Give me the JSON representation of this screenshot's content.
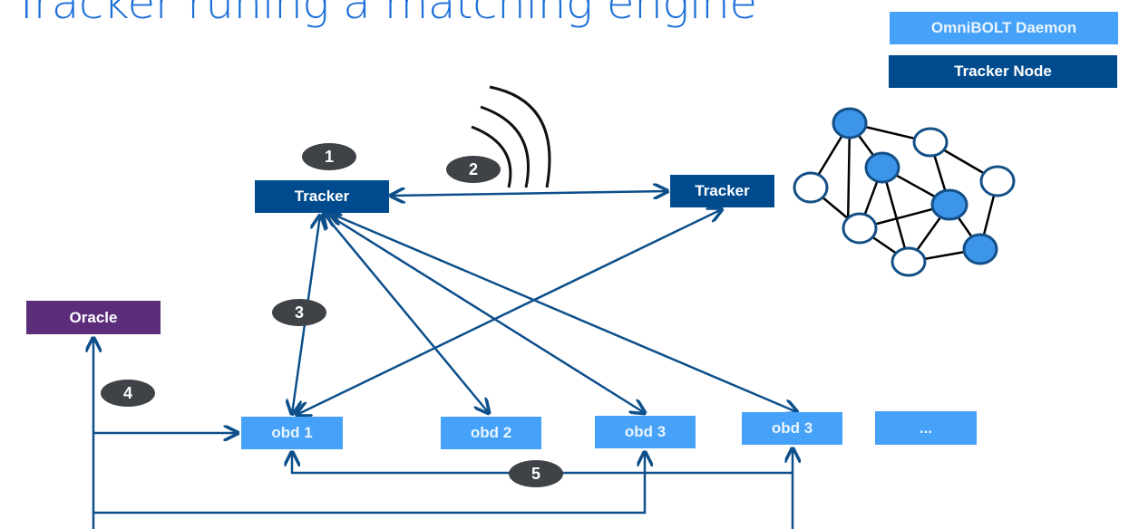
{
  "title": "Tracker runing a matching engine",
  "legend": {
    "omnibolt_daemon": "OmniBOLT Daemon",
    "tracker_node": "Tracker Node"
  },
  "nodes": {
    "tracker_1": "Tracker",
    "tracker_2": "Tracker",
    "oracle": "Oracle",
    "obd_1": "obd 1",
    "obd_2": "obd 2",
    "obd_3a": "obd 3",
    "obd_3b": "obd 3",
    "obd_more": "..."
  },
  "steps": [
    "1",
    "2",
    "3",
    "4",
    "5"
  ],
  "colors": {
    "title": "#1c6fd8",
    "tracker_node": "#004b8d",
    "omnibolt_daemon": "#45a2f8",
    "oracle": "#5b2d7a",
    "arrow": "#0d4f8b",
    "badge": "#3f4246",
    "network_filled": "#3d95ea"
  },
  "network_graph": {
    "filled_nodes": 4,
    "empty_nodes": 5
  }
}
